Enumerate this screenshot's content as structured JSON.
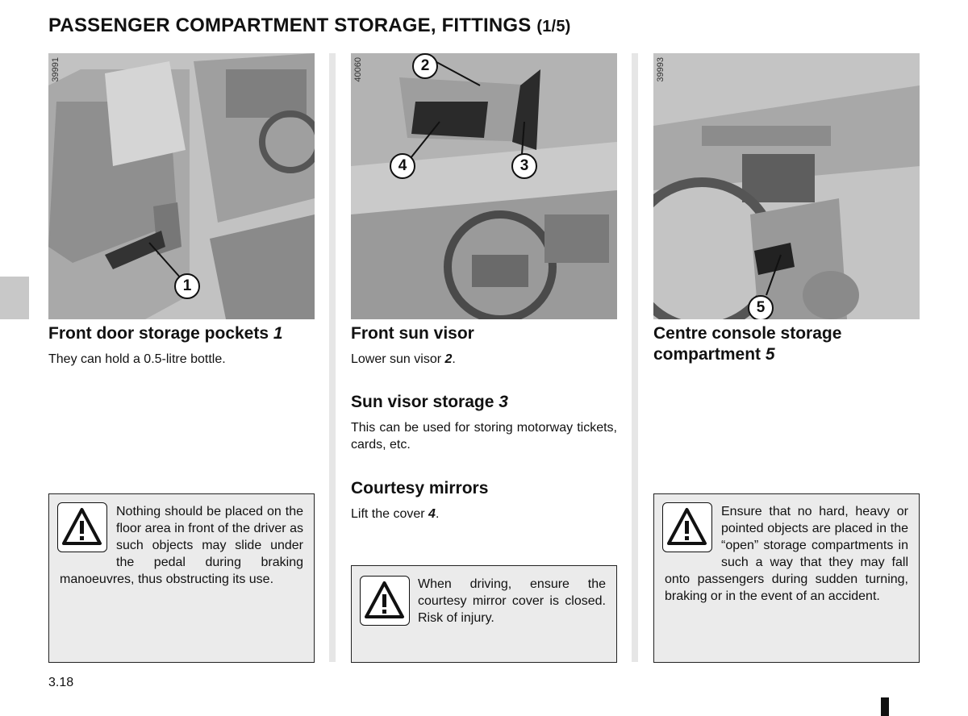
{
  "title": {
    "main": "PASSENGER COMPARTMENT STORAGE, FITTINGS",
    "part": "(1/5)"
  },
  "photos": [
    {
      "ref": "39991",
      "callouts": [
        "1"
      ]
    },
    {
      "ref": "40060",
      "callouts": [
        "2",
        "4",
        "3"
      ]
    },
    {
      "ref": "39993",
      "callouts": [
        "5"
      ]
    }
  ],
  "col1": {
    "heading": "Front door storage pockets",
    "heading_num": "1",
    "text": "They can hold a 0.5-litre bottle.",
    "warning": "Nothing should be placed on the floor area in front of the driver as such objects may slide under the pedal during braking manoeuvres, thus obstructing its use."
  },
  "col2": {
    "heading1": "Front sun visor",
    "text1_pre": "Lower sun visor ",
    "text1_num": "2",
    "text1_post": ".",
    "heading2": "Sun visor storage",
    "heading2_num": "3",
    "text2": "This can be used for storing motorway tickets, cards, etc.",
    "heading3": "Courtesy mirrors",
    "text3_pre": "Lift the cover ",
    "text3_num": "4",
    "text3_post": ".",
    "warning": "When driving, ensure the courtesy mirror cover is closed. Risk of injury."
  },
  "col3": {
    "heading_line1": "Centre console storage",
    "heading_line2": "compartment",
    "heading_num": "5",
    "warning": "Ensure that no hard, heavy or pointed objects are placed in the “open” storage compartments in such a way that they may fall onto passengers during sudden turning, braking or in the event of an accident."
  },
  "page_number": "3.18",
  "icons": {
    "warning": "warning-triangle-icon"
  }
}
